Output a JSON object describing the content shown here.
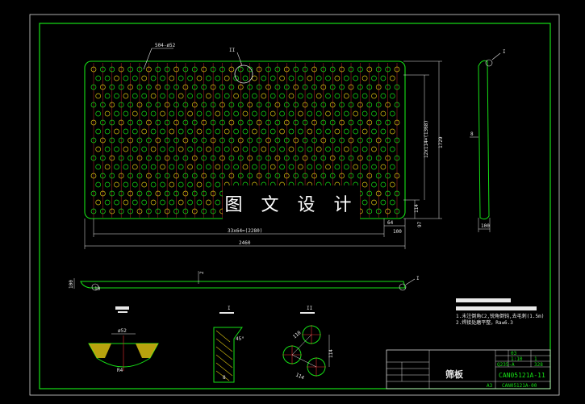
{
  "watermark": "图 文 设 计",
  "plate": {
    "rows": 17,
    "cols": 34,
    "hole_label": "504-ø52",
    "detail_callout_main": "II",
    "dim_height_inner": "12x114=(1368)",
    "dim_height_total": "1729",
    "dim_height_small_a": "114",
    "dim_height_small_b": "97",
    "dim_width_pitch": "33x64=(2280)",
    "dim_width_total": "2460",
    "dim_width_small_a": "64",
    "dim_width_small_b": "100"
  },
  "side_view": {
    "callout": "I",
    "label": "8",
    "dim_bottom": "100"
  },
  "bottom_view": {
    "callout": "I",
    "label_left": "100",
    "label_mid": "2",
    "label_small": "10"
  },
  "detail_section": {
    "title_box": "",
    "label_top": "ø52",
    "label_bottom": "R4"
  },
  "detail_I": {
    "title": "I",
    "label_a": "45°",
    "label_b": "8"
  },
  "detail_II": {
    "title": "II",
    "label_a": "110",
    "label_b": "114",
    "label_c": "114"
  },
  "tech_notes": {
    "line1": "1.未注倒角C2,锐角倒钝,去毛刺(1.5m)",
    "line2": "2.焊接处磨平整，Ra≤6.3"
  },
  "title_block": {
    "part_name": "筛板",
    "drawing_number": "CAN05121A-11",
    "drawing_number_small": "CAN05121A-00",
    "cell_a": "03",
    "cell_b": "1:10",
    "cell_c": "1",
    "cell_d": "Q235-A",
    "cell_e": "328",
    "cell_f": "A3"
  }
}
